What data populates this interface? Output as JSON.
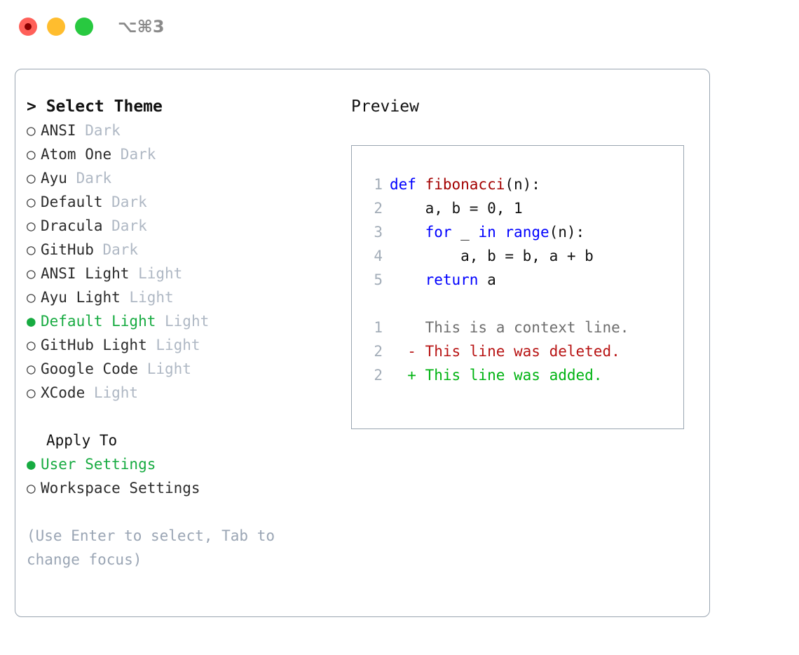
{
  "titlebar": {
    "shortcut": "⌥⌘3",
    "traffic_lights": [
      "close-record",
      "minimize",
      "maximize"
    ]
  },
  "theme_picker": {
    "header": "> Select Theme",
    "items": [
      {
        "bullet": "○",
        "name": "ANSI",
        "tag": "Dark",
        "selected": false
      },
      {
        "bullet": "○",
        "name": "Atom One",
        "tag": "Dark",
        "selected": false
      },
      {
        "bullet": "○",
        "name": "Ayu",
        "tag": "Dark",
        "selected": false
      },
      {
        "bullet": "○",
        "name": "Default",
        "tag": "Dark",
        "selected": false
      },
      {
        "bullet": "○",
        "name": "Dracula",
        "tag": "Dark",
        "selected": false
      },
      {
        "bullet": "○",
        "name": "GitHub",
        "tag": "Dark",
        "selected": false
      },
      {
        "bullet": "○",
        "name": "ANSI Light",
        "tag": "Light",
        "selected": false
      },
      {
        "bullet": "○",
        "name": "Ayu Light",
        "tag": "Light",
        "selected": false
      },
      {
        "bullet": "●",
        "name": "Default Light",
        "tag": "Light",
        "selected": true
      },
      {
        "bullet": "○",
        "name": "GitHub Light",
        "tag": "Light",
        "selected": false
      },
      {
        "bullet": "○",
        "name": "Google Code",
        "tag": "Light",
        "selected": false
      },
      {
        "bullet": "○",
        "name": "XCode",
        "tag": "Light",
        "selected": false
      }
    ]
  },
  "apply_to": {
    "header": "Apply To",
    "items": [
      {
        "bullet": "●",
        "label": "User Settings",
        "selected": true
      },
      {
        "bullet": "○",
        "label": "Workspace Settings",
        "selected": false
      }
    ]
  },
  "hint": "(Use Enter to select, Tab to change focus)",
  "preview": {
    "title": "Preview",
    "code_lines": [
      {
        "num": "1",
        "tokens": [
          {
            "t": "def ",
            "c": "kw"
          },
          {
            "t": "fibonacci",
            "c": "fn"
          },
          {
            "t": "(n):",
            "c": "plain"
          }
        ]
      },
      {
        "num": "2",
        "tokens": [
          {
            "t": "    a, b = 0, 1",
            "c": "plain"
          }
        ]
      },
      {
        "num": "3",
        "tokens": [
          {
            "t": "    ",
            "c": "plain"
          },
          {
            "t": "for",
            "c": "kw"
          },
          {
            "t": " _ ",
            "c": "plain"
          },
          {
            "t": "in",
            "c": "kw"
          },
          {
            "t": " ",
            "c": "plain"
          },
          {
            "t": "range",
            "c": "kw"
          },
          {
            "t": "(n):",
            "c": "plain"
          }
        ]
      },
      {
        "num": "4",
        "tokens": [
          {
            "t": "        a, b = b, a + b",
            "c": "plain"
          }
        ]
      },
      {
        "num": "5",
        "tokens": [
          {
            "t": "    ",
            "c": "plain"
          },
          {
            "t": "return",
            "c": "kw"
          },
          {
            "t": " a",
            "c": "plain"
          }
        ]
      }
    ],
    "diff_lines": [
      {
        "num": "1",
        "marker": "  ",
        "text": "This is a context line.",
        "kind": "ctx"
      },
      {
        "num": "2",
        "marker": "- ",
        "text": "This line was deleted.",
        "kind": "del"
      },
      {
        "num": "2",
        "marker": "+ ",
        "text": "This line was added.",
        "kind": "add"
      }
    ]
  },
  "colors": {
    "accent_green": "#17ab41",
    "border": "#9aa5b1",
    "muted": "#afb8c4",
    "hint": "#9aa5b4",
    "keyword_blue": "#0000ff",
    "function_red": "#a30000",
    "diff_add": "#00b312",
    "diff_del": "#b81414",
    "diff_ctx": "#6e6e6e",
    "dot_red": "#ff6059",
    "dot_yellow": "#ffbd2e",
    "dot_green": "#28c940"
  }
}
